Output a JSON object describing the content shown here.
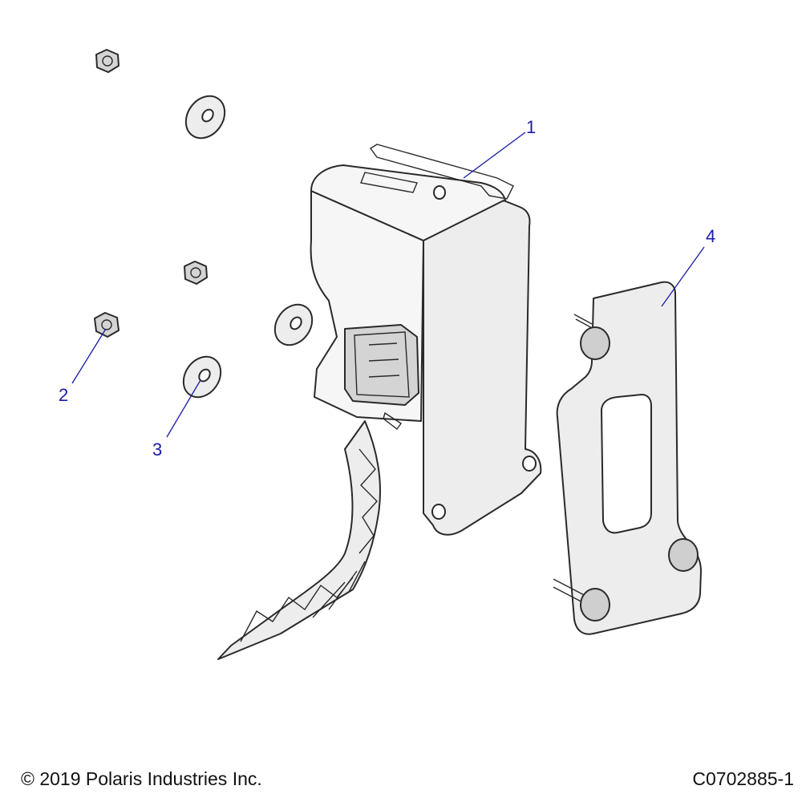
{
  "callouts": [
    {
      "id": "1",
      "label": "1"
    },
    {
      "id": "2",
      "label": "2"
    },
    {
      "id": "3",
      "label": "3"
    },
    {
      "id": "4",
      "label": "4"
    }
  ],
  "footer": {
    "copyright": "© 2019 Polaris Industries Inc.",
    "figure_code": "C0702885-1"
  }
}
